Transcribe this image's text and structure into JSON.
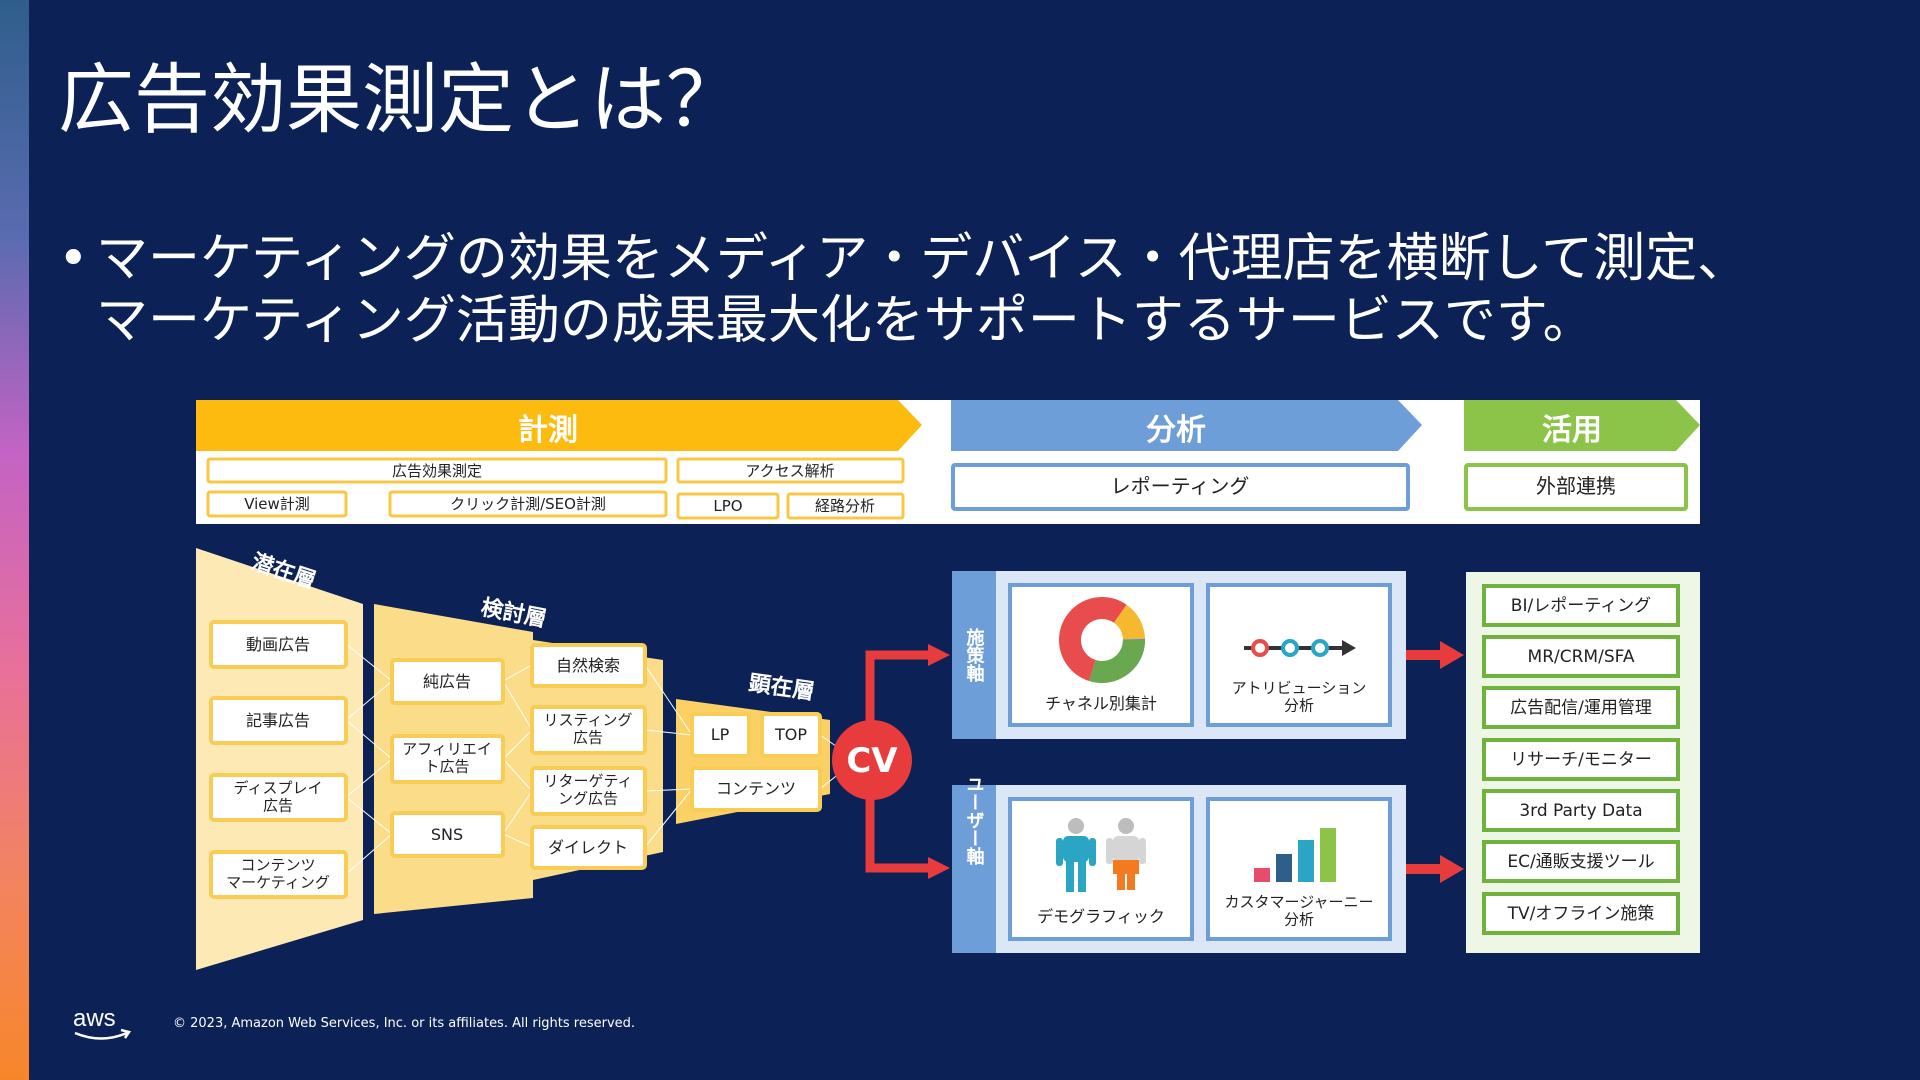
{
  "slide": {
    "title": "広告効果測定とは？",
    "bullet_dot": "•",
    "bullet_line1": "マーケティングの効果をメディア・デバイス・代理店を横断して測定、",
    "bullet_line2": "マーケティング活動の成果最大化をサポートするサービスです。"
  },
  "header": {
    "measure": "計測",
    "analysis": "分析",
    "use": "活用",
    "ad_effect": "広告効果測定",
    "access_analysis": "アクセス解析",
    "view_measure": "View計測",
    "click_seo": "クリック計測/SEO計測",
    "lpo": "LPO",
    "route_analysis": "経路分析",
    "reporting": "レポーティング",
    "external_link": "外部連携"
  },
  "funnel": {
    "latent_label": "潜在層",
    "consider_label": "検討層",
    "manifest_label": "顕在層",
    "latent_items": [
      "動画広告",
      "記事広告",
      "ディスプレイ\n広告",
      "コンテンツ\nマーケティング"
    ],
    "consider_items": [
      "純広告",
      "アフィリエイ\nト広告",
      "SNS"
    ],
    "consider2_items": [
      "自然検索",
      "リスティング\n広告",
      "リターゲティ\nング広告",
      "ダイレクト"
    ],
    "manifest_items": [
      "LP",
      "TOP",
      "コンテンツ"
    ],
    "cv": "CV"
  },
  "analysis": {
    "policy_axis": "施策軸",
    "user_axis": "ユーザー軸",
    "channel": "チャネル別集計",
    "attribution": "アトリビューション\n分析",
    "demographic": "デモグラフィック",
    "journey": "カスタマージャーニー\n分析"
  },
  "outputs": [
    "BI/レポーティング",
    "MR/CRM/SFA",
    "広告配信/運用管理",
    "リサーチ/モニター",
    "3rd Party Data",
    "EC/通販支援ツール",
    "TV/オフライン施策"
  ],
  "footer": {
    "logo_text": "aws",
    "copyright": "© 2023, Amazon Web Services, Inc. or its affiliates. All rights reserved."
  },
  "colors": {
    "background": "#0c2256",
    "measure": "#fdbb0f",
    "analysis": "#6e9ed8",
    "use": "#8cc44a",
    "cv": "#e83c3c",
    "funnel_outer": "#fde9b3",
    "funnel_box_border": "#f8cc55",
    "output_border": "#6fb23d"
  }
}
